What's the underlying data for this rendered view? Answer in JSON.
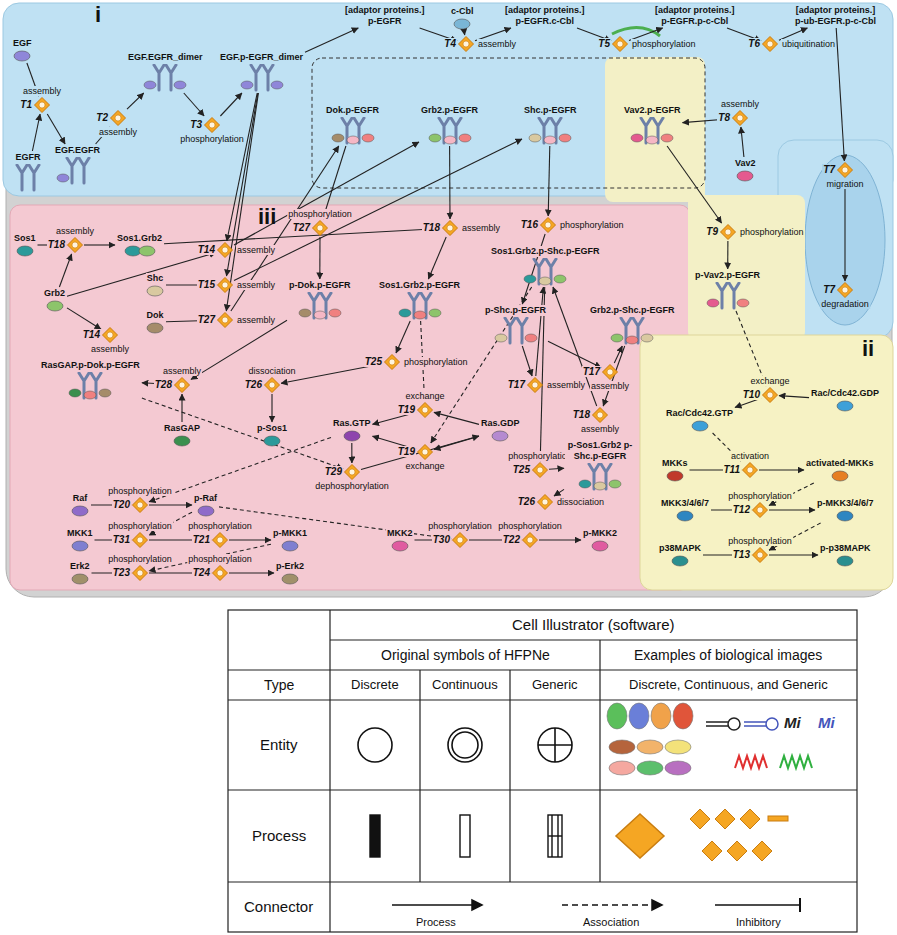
{
  "diagram": {
    "nodes": [
      {
        "text": [
          "i"
        ]
      },
      {
        "text": [
          "iii"
        ]
      },
      {
        "text": [
          "ii"
        ]
      },
      {
        "text": [
          "EGF"
        ],
        "in": 0
      },
      {
        "text": [
          "T1",
          "assembly"
        ],
        "in": 0
      },
      {
        "text": [
          "EGFR"
        ],
        "in": 0
      },
      {
        "text": [
          "EGF.EGFR"
        ],
        "in": 0
      },
      {
        "text": [
          "T2",
          "assembly"
        ],
        "in": 0
      },
      {
        "text": [
          "EGF.EGFR_dimer"
        ],
        "in": 0
      },
      {
        "text": [
          "T3",
          "phosphorylation"
        ],
        "in": 0
      },
      {
        "text": [
          "EGF.p-EGFR_dimer"
        ],
        "in": 0
      },
      {
        "text": [
          "[adaptor proteins.]",
          "p-EGFR"
        ],
        "in": 0
      },
      {
        "text": [
          "c-Cbl"
        ],
        "in": 0
      },
      {
        "text": [
          "T4",
          "assembly"
        ],
        "in": 0
      },
      {
        "text": [
          "[adaptor proteins.]",
          "p-EGFR.c-Cbl"
        ],
        "in": 0
      },
      {
        "text": [
          "T5",
          "phosphorylation"
        ],
        "in": 0
      },
      {
        "text": [
          "[adaptor proteins.]",
          "p-EGFR.p-c-Cbl"
        ],
        "in": 0
      },
      {
        "text": [
          "T6",
          "ubiquitination"
        ],
        "in": 0
      },
      {
        "text": [
          "[adaptor proteins.]",
          "p-ub-EGFR.p-c-Cbl"
        ],
        "in": 0
      },
      {
        "text": [
          "Dok.p-EGFR"
        ],
        "in": 0
      },
      {
        "text": [
          "Grb2.p-EGFR"
        ],
        "in": 0
      },
      {
        "text": [
          "Shc.p-EGFR"
        ],
        "in": 0
      },
      {
        "text": [
          "Vav2.p-EGFR"
        ],
        "in": 0
      },
      {
        "text": [
          "T8",
          "assembly"
        ],
        "in": 0
      },
      {
        "text": [
          "Vav2"
        ],
        "in": 0
      },
      {
        "text": [
          "T7",
          "migration"
        ]
      },
      {
        "text": [
          "T7",
          "degradation"
        ]
      },
      {
        "text": [
          "Sos1"
        ],
        "in": 1
      },
      {
        "text": [
          "T18",
          "assembly"
        ],
        "in": 1
      },
      {
        "text": [
          "Sos1.Grb2"
        ],
        "in": 1
      },
      {
        "text": [
          "Grb2"
        ],
        "in": 1
      },
      {
        "text": [
          "T14",
          "assembly"
        ],
        "in": 1
      },
      {
        "text": [
          "Shc"
        ],
        "in": 1
      },
      {
        "text": [
          "Dok"
        ],
        "in": 1
      },
      {
        "text": [
          "T14",
          "assembly"
        ],
        "in": 1
      },
      {
        "text": [
          "T15",
          "assembly"
        ],
        "in": 1
      },
      {
        "text": [
          "T27",
          "assembly"
        ],
        "in": 1
      },
      {
        "text": [
          "T27",
          "phosphorylation"
        ],
        "in": 1
      },
      {
        "text": [
          "p-Dok.p-EGFR"
        ],
        "in": 1
      },
      {
        "text": [
          "T18",
          "assembly"
        ],
        "in": 1
      },
      {
        "text": [
          "Sos1.Grb2.p-EGFR"
        ],
        "in": 1
      },
      {
        "text": [
          "T16",
          "phosphorylation"
        ],
        "in": 1
      },
      {
        "text": [
          "Sos1.Grb2.p-Shc.p-EGFR"
        ],
        "in": 1
      },
      {
        "text": [
          "p-Shc.p-EGFR"
        ],
        "in": 1
      },
      {
        "text": [
          "Grb2.p-Shc.p-EGFR"
        ],
        "in": 1
      },
      {
        "text": [
          "RasGAP.p-Dok.p-EGFR"
        ],
        "in": 1
      },
      {
        "text": [
          "T28",
          "assembly"
        ],
        "in": 1
      },
      {
        "text": [
          "RasGAP"
        ],
        "in": 1
      },
      {
        "text": [
          "T26",
          "dissociation"
        ],
        "in": 1
      },
      {
        "text": [
          "T25",
          "phosphorylation"
        ],
        "in": 1
      },
      {
        "text": [
          "p-Sos1"
        ],
        "in": 1
      },
      {
        "text": [
          "Ras.GTP"
        ],
        "in": 1
      },
      {
        "text": [
          "T19",
          "exchange"
        ],
        "in": 1
      },
      {
        "text": [
          "T19",
          "exchange"
        ],
        "in": 1
      },
      {
        "text": [
          "Ras.GDP"
        ],
        "in": 1
      },
      {
        "text": [
          "T29",
          "dephosphorylation"
        ],
        "in": 1
      },
      {
        "text": [
          "T17",
          "assembly"
        ],
        "in": 1
      },
      {
        "text": [
          "T18",
          "assembly"
        ],
        "in": 1
      },
      {
        "text": [
          "T17",
          "assembly"
        ],
        "in": 1
      },
      {
        "text": [
          "T25",
          "phosphorylation"
        ],
        "in": 1
      },
      {
        "text": [
          "p-Sos1.Grb2 p-Shc.p-EGFR"
        ],
        "in": 1
      },
      {
        "text": [
          "T26",
          "dissociation"
        ],
        "in": 1
      },
      {
        "text": [
          "Raf"
        ],
        "in": 1
      },
      {
        "text": [
          "T20",
          "phosphorylation"
        ],
        "in": 1
      },
      {
        "text": [
          "p-Raf"
        ],
        "in": 1
      },
      {
        "text": [
          "MKK1"
        ],
        "in": 1
      },
      {
        "text": [
          "T31",
          "phosphorylation"
        ],
        "in": 1
      },
      {
        "text": [
          "T21",
          "phosphorylation"
        ],
        "in": 1
      },
      {
        "text": [
          "p-MKK1"
        ],
        "in": 1
      },
      {
        "text": [
          "Erk2"
        ],
        "in": 1
      },
      {
        "text": [
          "T23",
          "phosphorylation"
        ],
        "in": 1
      },
      {
        "text": [
          "T24",
          "phosphorylation"
        ],
        "in": 1
      },
      {
        "text": [
          "p-Erk2"
        ],
        "in": 1
      },
      {
        "text": [
          "MKK2"
        ],
        "in": 1
      },
      {
        "text": [
          "T30",
          "phosphorylation"
        ],
        "in": 1
      },
      {
        "text": [
          "T22",
          "phosphorylation"
        ],
        "in": 1
      },
      {
        "text": [
          "p-MKK2"
        ],
        "in": 1
      },
      {
        "text": [
          "T9",
          "phosphorylation"
        ]
      },
      {
        "text": [
          "p-Vav2.p-EGFR"
        ]
      },
      {
        "text": [
          "T10",
          "exchange"
        ],
        "in": 2
      },
      {
        "text": [
          "Rac/Cdc42.GDP"
        ],
        "in": 2
      },
      {
        "text": [
          "Rac/Cdc42.GTP"
        ],
        "in": 2
      },
      {
        "text": [
          "MKKs"
        ],
        "in": 2
      },
      {
        "text": [
          "T11",
          "activation"
        ],
        "in": 2
      },
      {
        "text": [
          "activated-MKKs"
        ],
        "in": 2
      },
      {
        "text": [
          "MKK3/4/6/7"
        ],
        "in": 2
      },
      {
        "text": [
          "T12",
          "phosphorylation"
        ],
        "in": 2
      },
      {
        "text": [
          "p-MKK3/4/6/7"
        ],
        "in": 2
      },
      {
        "text": [
          "p38MAPK"
        ],
        "in": 2
      },
      {
        "text": [
          "T13",
          "phosphorylation"
        ],
        "in": 2
      },
      {
        "text": [
          "p-p38MAPK"
        ],
        "in": 2
      }
    ],
    "edges": [
      {
        "from": 3,
        "to": 4,
        "arrow": "to"
      },
      {
        "from": 5,
        "to": 4,
        "arrow": "to"
      },
      {
        "from": 4,
        "to": 6,
        "arrow": "to"
      },
      {
        "from": 6,
        "to": 7,
        "arrow": "to"
      },
      {
        "from": 7,
        "to": 8,
        "arrow": "to"
      },
      {
        "from": 8,
        "to": 9,
        "arrow": "to"
      },
      {
        "from": 9,
        "to": 10,
        "arrow": "to"
      },
      {
        "from": 10,
        "to": 11,
        "arrow": "to"
      },
      {
        "from": 11,
        "to": 13,
        "arrow": "to"
      },
      {
        "from": 12,
        "to": 13,
        "arrow": "to"
      },
      {
        "from": 13,
        "to": 14,
        "arrow": "to"
      },
      {
        "from": 14,
        "to": 15,
        "arrow": "to"
      },
      {
        "from": 15,
        "to": 16,
        "arrow": "to"
      },
      {
        "from": 16,
        "to": 17,
        "arrow": "to"
      },
      {
        "from": 17,
        "to": 18,
        "arrow": "to"
      },
      {
        "from": 18,
        "to": 25,
        "arrow": "to"
      },
      {
        "from": 25,
        "to": 26,
        "arrow": "to"
      },
      {
        "from": 10,
        "to": 34,
        "arrow": "to"
      },
      {
        "from": 10,
        "to": 35,
        "arrow": "to"
      },
      {
        "from": 10,
        "to": 36,
        "arrow": "to"
      },
      {
        "from": 30,
        "to": 34,
        "arrow": "to"
      },
      {
        "from": 32,
        "to": 35,
        "arrow": "to"
      },
      {
        "from": 33,
        "to": 36,
        "arrow": "to"
      },
      {
        "from": 34,
        "to": 20,
        "arrow": "to"
      },
      {
        "from": 35,
        "to": 21,
        "arrow": "to"
      },
      {
        "from": 36,
        "to": 19,
        "arrow": "to"
      },
      {
        "from": 24,
        "to": 23,
        "arrow": "to"
      },
      {
        "from": 23,
        "to": 22,
        "arrow": "to"
      },
      {
        "from": 27,
        "to": 28,
        "arrow": "to"
      },
      {
        "from": 30,
        "to": 28,
        "arrow": "to"
      },
      {
        "from": 28,
        "to": 29,
        "arrow": "to"
      },
      {
        "from": 30,
        "to": 31,
        "arrow": "to"
      },
      {
        "from": 19,
        "to": 37,
        "arrow": "to"
      },
      {
        "from": 37,
        "to": 38,
        "arrow": "to"
      },
      {
        "from": 38,
        "to": 46,
        "arrow": "to"
      },
      {
        "from": 47,
        "to": 46,
        "arrow": "to"
      },
      {
        "from": 46,
        "to": 45,
        "arrow": "to"
      },
      {
        "from": 20,
        "to": 39,
        "arrow": "to"
      },
      {
        "from": 29,
        "to": 39,
        "arrow": "to"
      },
      {
        "from": 39,
        "to": 40,
        "arrow": "to"
      },
      {
        "from": 21,
        "to": 41,
        "arrow": "to"
      },
      {
        "from": 41,
        "to": 43,
        "arrow": "to"
      },
      {
        "from": 43,
        "to": 56,
        "arrow": "to"
      },
      {
        "from": 56,
        "to": 42,
        "arrow": "to"
      },
      {
        "from": 43,
        "to": 58,
        "arrow": "to"
      },
      {
        "from": 58,
        "to": 44,
        "arrow": "to"
      },
      {
        "from": 44,
        "to": 57,
        "arrow": "to"
      },
      {
        "from": 57,
        "to": 42,
        "arrow": "to"
      },
      {
        "from": 40,
        "to": 49,
        "arrow": "to"
      },
      {
        "from": 49,
        "to": 48,
        "arrow": "to"
      },
      {
        "from": 48,
        "to": 50,
        "arrow": "to"
      },
      {
        "from": 54,
        "to": 52,
        "arrow": "to"
      },
      {
        "from": 52,
        "to": 51,
        "arrow": "to"
      },
      {
        "from": 40,
        "to": 52,
        "arrow": "to"
      },
      {
        "from": 54,
        "to": 53,
        "arrow": "to"
      },
      {
        "from": 53,
        "to": 51,
        "arrow": "to"
      },
      {
        "from": 42,
        "to": 53,
        "arrow": "to"
      },
      {
        "from": 51,
        "to": 55,
        "arrow": "to"
      },
      {
        "from": 55,
        "to": 54,
        "arrow": "to"
      },
      {
        "from": 45,
        "to": 55,
        "arrow": "to"
      },
      {
        "from": 42,
        "to": 59,
        "arrow": "to"
      },
      {
        "from": 59,
        "to": 60,
        "arrow": "to"
      },
      {
        "from": 60,
        "to": 61,
        "arrow": "to"
      },
      {
        "from": 62,
        "to": 63,
        "arrow": "to"
      },
      {
        "from": 63,
        "to": 64,
        "arrow": "to"
      },
      {
        "from": 51,
        "to": 63,
        "arrow": "to"
      },
      {
        "from": 65,
        "to": 66,
        "arrow": "to"
      },
      {
        "from": 66,
        "to": 67,
        "arrow": "to"
      },
      {
        "from": 67,
        "to": 68,
        "arrow": "to"
      },
      {
        "from": 64,
        "to": 66,
        "arrow": "to"
      },
      {
        "from": 69,
        "to": 70,
        "arrow": "to"
      },
      {
        "from": 70,
        "to": 71,
        "arrow": "to"
      },
      {
        "from": 71,
        "to": 72,
        "arrow": "to"
      },
      {
        "from": 68,
        "to": 70,
        "arrow": "to"
      },
      {
        "from": 73,
        "to": 74,
        "arrow": "to"
      },
      {
        "from": 74,
        "to": 75,
        "arrow": "to"
      },
      {
        "from": 75,
        "to": 76,
        "arrow": "to"
      },
      {
        "from": 64,
        "to": 74,
        "arrow": "to"
      },
      {
        "from": 22,
        "to": 77,
        "arrow": "to"
      },
      {
        "from": 77,
        "to": 78,
        "arrow": "to"
      },
      {
        "from": 78,
        "to": 79,
        "arrow": "to"
      },
      {
        "from": 80,
        "to": 79,
        "arrow": "to"
      },
      {
        "from": 79,
        "to": 81,
        "arrow": "to"
      },
      {
        "from": 81,
        "to": 83,
        "arrow": "to"
      },
      {
        "from": 82,
        "to": 83,
        "arrow": "to"
      },
      {
        "from": 83,
        "to": 84,
        "arrow": "to"
      },
      {
        "from": 85,
        "to": 86,
        "arrow": "to"
      },
      {
        "from": 86,
        "to": 87,
        "arrow": "to"
      },
      {
        "from": 84,
        "to": 86,
        "arrow": "to"
      },
      {
        "from": 88,
        "to": 89,
        "arrow": "to"
      },
      {
        "from": 89,
        "to": 90,
        "arrow": "to"
      },
      {
        "from": 87,
        "to": 89,
        "arrow": "to"
      }
    ],
    "labels": [
      "Cell Illustrator (software)",
      "Original symbols of HFPNe",
      "Examples of biological images",
      "Type",
      "Discrete",
      "Continuous",
      "Generic",
      "Discrete, Continuous, and Generic",
      "Entity",
      "Process",
      "Connector",
      "Mi",
      "Mi"
    ],
    "legend": [
      {
        "text": "Process"
      },
      {
        "text": "Association"
      },
      {
        "text": "Inhibitory"
      }
    ]
  }
}
